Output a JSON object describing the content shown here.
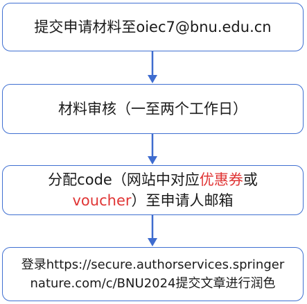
{
  "colors": {
    "box_border": "#3f6fd1",
    "arrow": "#3e6ccf",
    "highlight": "#e03535",
    "text": "#1a1a1a"
  },
  "steps": [
    {
      "text": "提交申请材料至oiec7@bnu.edu.cn"
    },
    {
      "text": "材料审核（一至两个工作日）"
    },
    {
      "line1_pre": "分配code（网站中对应",
      "line1_highlight": "优惠券",
      "line1_post": "或",
      "line2_highlight": "voucher",
      "line2_post": "）至申请人邮箱"
    },
    {
      "line1": "登录https://secure.authorservices.springer",
      "line2": "nature.com/c/BNU2024提交文章进行润色"
    }
  ],
  "arrows": {
    "icon": "arrow-down-icon"
  }
}
